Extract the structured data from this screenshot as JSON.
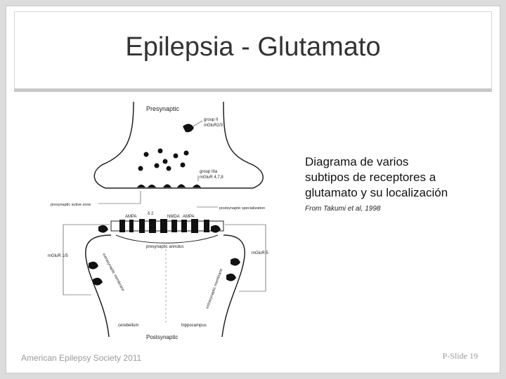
{
  "slide": {
    "title": "Epilepsia - Glutamato",
    "caption_lines": [
      "Diagrama de varios",
      "subtipos de receptores a",
      "glutamato y su localización"
    ],
    "source": "From Takumi et al, 1998",
    "footer_left": "American Epilepsy Society 2011",
    "footer_right": "P-Slide 19"
  },
  "diagram": {
    "presynaptic": "Presynaptic",
    "postsynaptic": "Postsynaptic",
    "group2": "group II",
    "group2b": "mGluR2/3",
    "group3a": "group IIIa",
    "group3b": "mGluR 4,7,8",
    "presyn_active_zone": "presynaptic active zone",
    "postsyn_specialization": "postsynaptic specialization",
    "ampa_left": "AMPA",
    "d2": "δ 2",
    "nmda": "NMDA",
    "ampa_right": "AMPA",
    "annulus": "presynaptic annulus",
    "mglur1_left": "mGluR 1/5",
    "mglur1_right": "mGluR 5",
    "extra_left": "extrasynaptic membrane",
    "extra_right": "extrasynaptic membrane",
    "cerebellum": "cerebellum",
    "hippocampus": "hippocampus"
  }
}
